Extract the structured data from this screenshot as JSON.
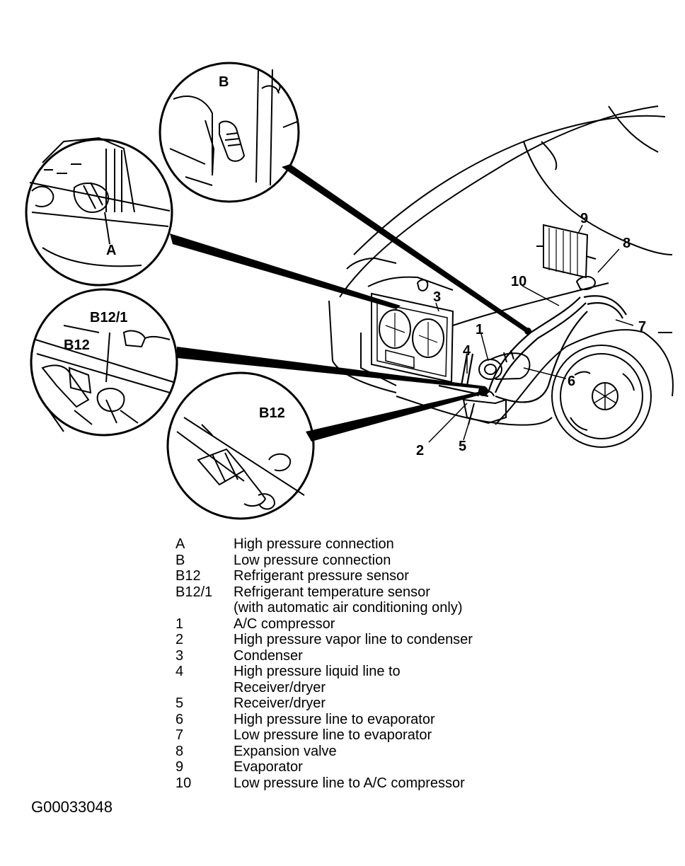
{
  "callouts": {
    "a": "A",
    "b": "B",
    "b12_1": "B12/1",
    "b12_left": "B12",
    "b12_right": "B12",
    "n1": "1",
    "n2": "2",
    "n3": "3",
    "n4": "4",
    "n5": "5",
    "n6": "6",
    "n7": "7",
    "n8": "8",
    "n9": "9",
    "n10": "10"
  },
  "legend": [
    {
      "code": "A",
      "text": "High pressure connection"
    },
    {
      "code": "B",
      "text": "Low pressure connection"
    },
    {
      "code": "B12",
      "text": "Refrigerant pressure sensor"
    },
    {
      "code": "B12/1",
      "text": "Refrigerant temperature sensor\n(with automatic air conditioning only)"
    },
    {
      "code": "1",
      "text": "A/C compressor"
    },
    {
      "code": "2",
      "text": "High pressure vapor line to condenser"
    },
    {
      "code": "3",
      "text": "Condenser"
    },
    {
      "code": "4",
      "text": "High pressure liquid line to\nReceiver/dryer"
    },
    {
      "code": "5",
      "text": "Receiver/dryer"
    },
    {
      "code": "6",
      "text": "High pressure line to evaporator"
    },
    {
      "code": "7",
      "text": "Low pressure line to evaporator"
    },
    {
      "code": "8",
      "text": "Expansion valve"
    },
    {
      "code": "9",
      "text": "Evaporator"
    },
    {
      "code": "10",
      "text": "Low pressure line to A/C compressor"
    }
  ],
  "figure_id": "G00033048"
}
